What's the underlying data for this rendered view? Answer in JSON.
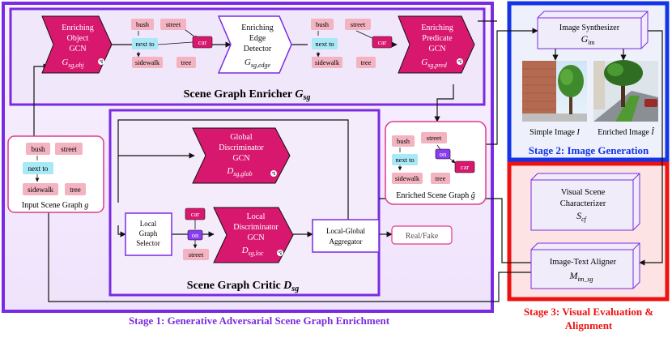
{
  "colors": {
    "purple": "#7a2be2",
    "magenta": "#d8186f",
    "node_pink": "#f3b3c0",
    "node_blue": "#a9e8f6",
    "rel_purple": "#8a3cf0",
    "blue": "#1434e8",
    "red": "#ee1111",
    "pink_border": "#e23a8d"
  },
  "stage1": {
    "title": "Stage 1: Generative Adversarial Scene Graph Enrichment",
    "enricher_title": "Scene Graph Enricher",
    "enricher_symbol": "G",
    "enricher_sub": "sg",
    "critic_title": "Scene Graph Critic",
    "critic_symbol": "D",
    "critic_sub": "sg"
  },
  "stage2": {
    "title": "Stage 2: Image Generation",
    "synth_line1": "Image Synthesizer",
    "synth_symbol": "G",
    "synth_sub": "im",
    "simple_label": "Simple Image",
    "simple_symbol": "I",
    "enriched_label": "Enriched Image",
    "enriched_symbol": "Î"
  },
  "stage3": {
    "title_line1": "Stage 3: Visual Evaluation &",
    "title_line2": "Alignment",
    "char_line1": "Visual Scene",
    "char_line2": "Characterizer",
    "char_symbol": "S",
    "char_sub": "cf",
    "aligner_line1": "Image-Text Aligner",
    "aligner_symbol": "M",
    "aligner_sub": "im_sg"
  },
  "modules": {
    "obj_gcn": {
      "lines": [
        "Enriching",
        "Object",
        "GCN"
      ],
      "symbol": "G",
      "sub": "sg,obj"
    },
    "edge_det": {
      "lines": [
        "Enriching",
        "Edge",
        "Detector"
      ],
      "symbol": "G",
      "sub": "sg,edge"
    },
    "pred_gcn": {
      "lines": [
        "Enriching",
        "Predicate",
        "GCN"
      ],
      "symbol": "G",
      "sub": "sg,pred"
    },
    "glob_disc": {
      "lines": [
        "Global",
        "Discriminator",
        "GCN"
      ],
      "symbol": "D",
      "sub": "sg,glob"
    },
    "loc_disc": {
      "lines": [
        "Local",
        "Discriminator",
        "GCN"
      ],
      "symbol": "D",
      "sub": "sg,loc"
    },
    "local_selector": {
      "lines": [
        "Local",
        "Graph",
        "Selector"
      ]
    },
    "aggregator": {
      "lines": [
        "Local-Global",
        "Aggregator"
      ]
    },
    "real_fake": "Real/Fake"
  },
  "graphs": {
    "input_label": "Input Scene Graph",
    "input_symbol": "g",
    "enriched_label": "Enriched Scene Graph",
    "enriched_symbol": "ĝ",
    "nodes": {
      "bush": "bush",
      "street": "street",
      "next_to": "next to",
      "sidewalk": "sidewalk",
      "tree": "tree",
      "car": "car",
      "on": "on"
    }
  }
}
